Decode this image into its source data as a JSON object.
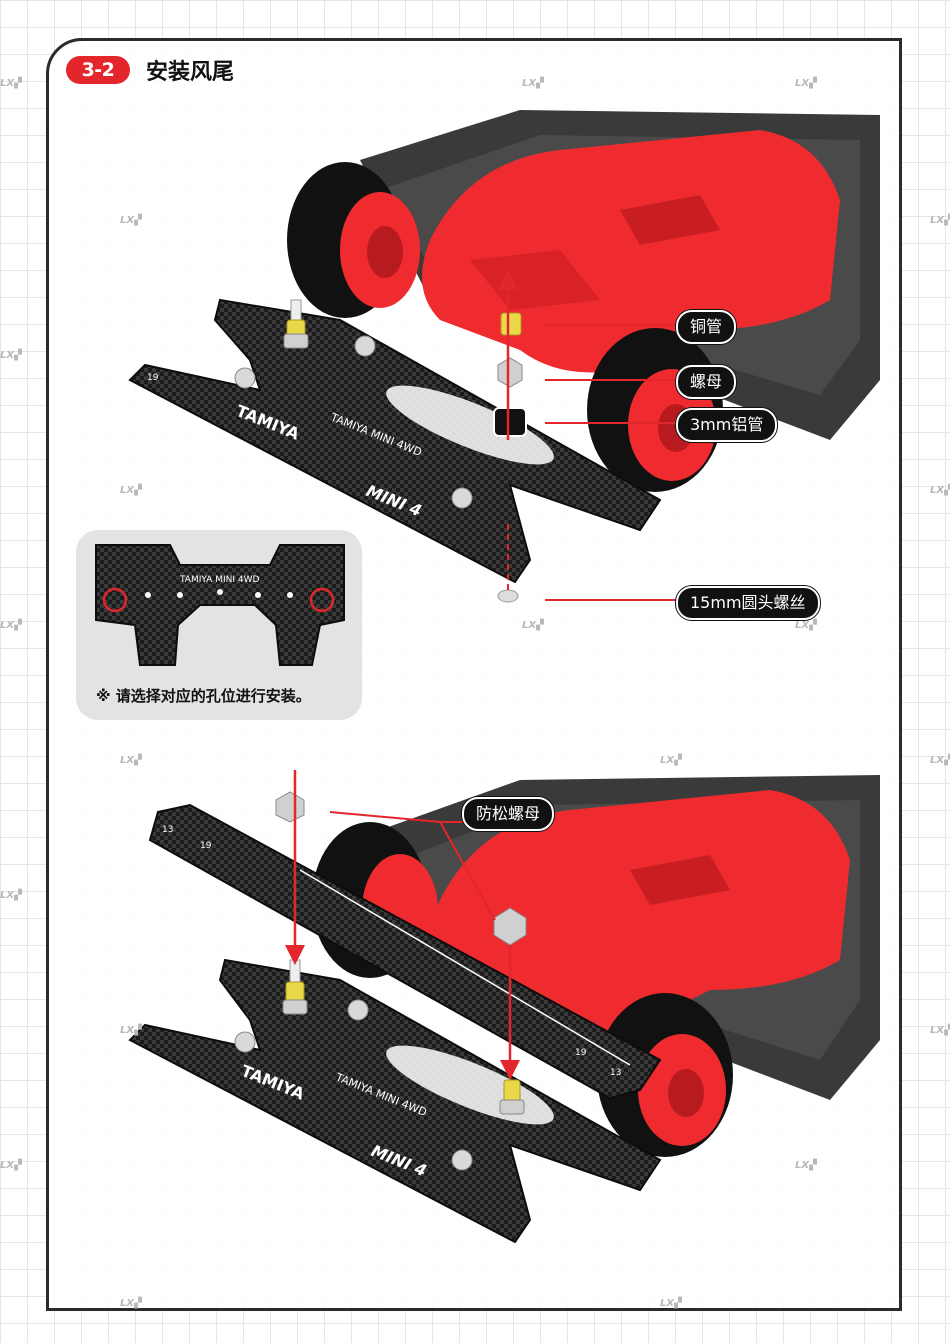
{
  "step": {
    "number": "3-2",
    "title": "安装风尾"
  },
  "callouts": {
    "copper_tube": "铜管",
    "nut": "螺母",
    "aluminum_tube": "3mm铝管",
    "round_screw": "15mm圆头螺丝",
    "lock_nut": "防松螺母"
  },
  "note": "※ 请选择对应的孔位进行安装。",
  "plate_text": {
    "brand": "TAMIYA",
    "model": "TAMIYA MINI 4WD",
    "mini": "MINI 4",
    "num_a": "19",
    "num_b": "13"
  },
  "colors": {
    "accent": "#e3262b",
    "body_red": "#ef2b2f",
    "carbon": "#1a1a1a",
    "chassis_gray": "#3a3a3a",
    "copper": "#e8d84a"
  },
  "icons": [
    "arrow-up-icon",
    "arrow-down-icon",
    "watermark-logo-icon"
  ]
}
